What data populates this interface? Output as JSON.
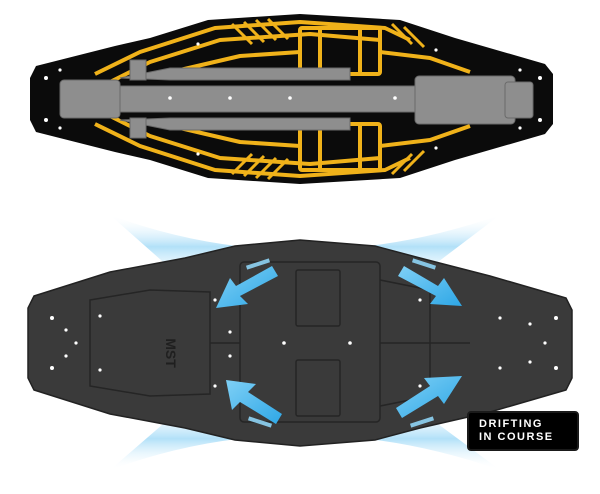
{
  "badge": {
    "line1": "DRIFTING",
    "line2": "IN COURSE"
  },
  "logo_text": "MST",
  "colors": {
    "chassis_black": "#0b0b0b",
    "chassis_gray": "#3a3a3a",
    "frame_yellow": "#f0b21a",
    "component_gray": "#8e8e8e",
    "airflow_blue": "#2ea7e6",
    "glow_blue": "#bfe6fb",
    "badge_bg": "#000000",
    "badge_text": "#ffffff"
  }
}
